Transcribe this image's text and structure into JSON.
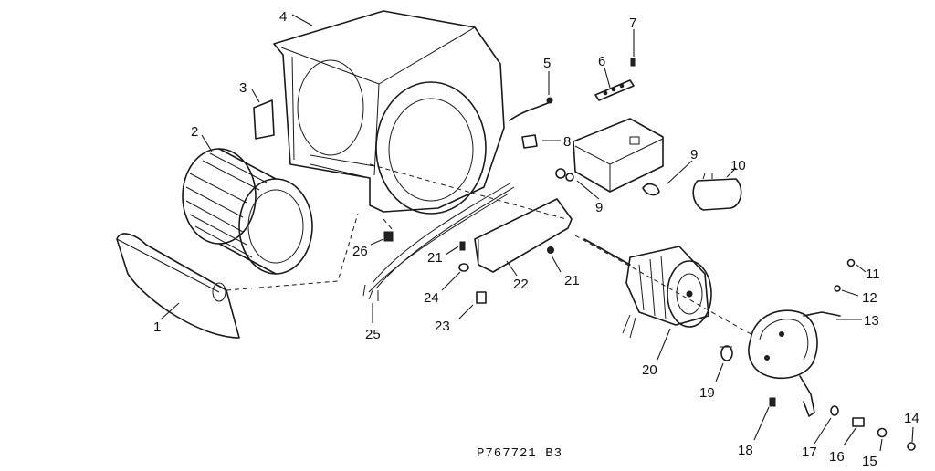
{
  "figure_id": "P767721 B3",
  "callouts": [
    "1",
    "2",
    "3",
    "4",
    "5",
    "6",
    "7",
    "8",
    "9",
    "9",
    "10",
    "11",
    "12",
    "13",
    "14",
    "15",
    "16",
    "17",
    "18",
    "19",
    "20",
    "21",
    "21",
    "22",
    "23",
    "24",
    "25",
    "26"
  ]
}
